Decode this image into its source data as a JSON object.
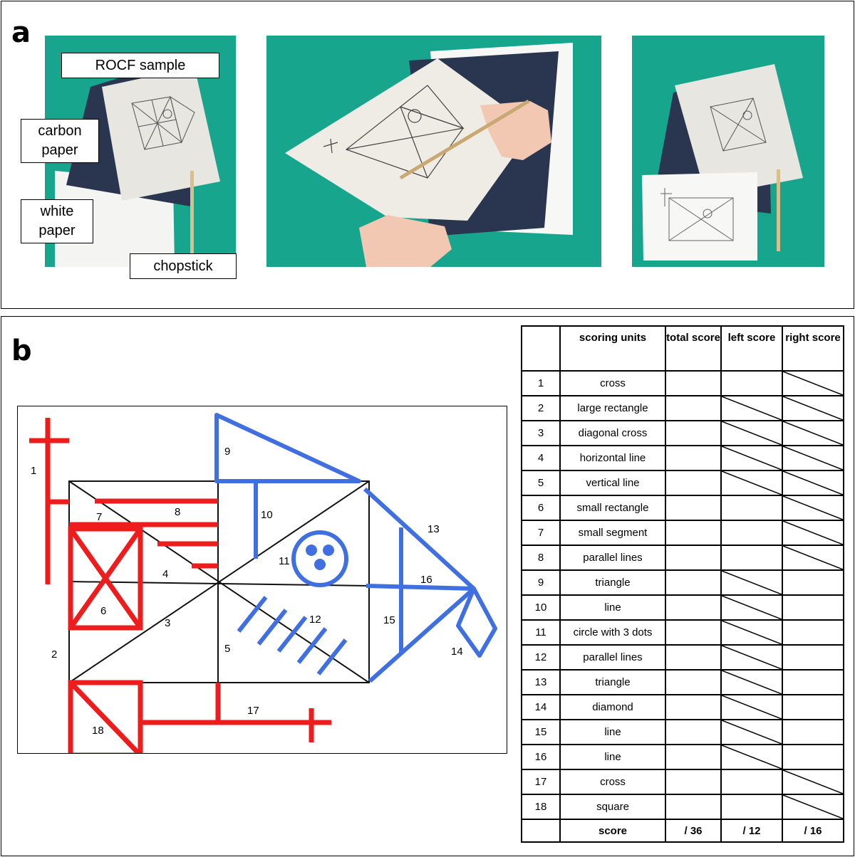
{
  "panel_a": {
    "letter": "a",
    "callouts": {
      "rocf_sample": "ROCF sample",
      "carbon_paper": "carbon paper",
      "white_paper": "white paper",
      "chopstick": "chopstick"
    }
  },
  "panel_b": {
    "letter": "b",
    "unit_numbers": [
      "1",
      "2",
      "3",
      "4",
      "5",
      "6",
      "7",
      "8",
      "9",
      "10",
      "11",
      "12",
      "13",
      "14",
      "15",
      "16",
      "17",
      "18"
    ],
    "table": {
      "headers": [
        "",
        "scoring units",
        "total score",
        "left score",
        "right score"
      ],
      "rows": [
        {
          "n": "1",
          "unit": "cross",
          "left_na": false,
          "right_na": true
        },
        {
          "n": "2",
          "unit": "large rectangle",
          "left_na": true,
          "right_na": true
        },
        {
          "n": "3",
          "unit": "diagonal cross",
          "left_na": true,
          "right_na": true
        },
        {
          "n": "4",
          "unit": "horizontal line",
          "left_na": true,
          "right_na": true
        },
        {
          "n": "5",
          "unit": "vertical line",
          "left_na": true,
          "right_na": true
        },
        {
          "n": "6",
          "unit": "small rectangle",
          "left_na": false,
          "right_na": true
        },
        {
          "n": "7",
          "unit": "small segment",
          "left_na": false,
          "right_na": true
        },
        {
          "n": "8",
          "unit": "parallel lines",
          "left_na": false,
          "right_na": true
        },
        {
          "n": "9",
          "unit": "triangle",
          "left_na": true,
          "right_na": false
        },
        {
          "n": "10",
          "unit": "line",
          "left_na": true,
          "right_na": false
        },
        {
          "n": "11",
          "unit": "circle with 3 dots",
          "left_na": true,
          "right_na": false
        },
        {
          "n": "12",
          "unit": "parallel lines",
          "left_na": true,
          "right_na": false
        },
        {
          "n": "13",
          "unit": "triangle",
          "left_na": true,
          "right_na": false
        },
        {
          "n": "14",
          "unit": "diamond",
          "left_na": true,
          "right_na": false
        },
        {
          "n": "15",
          "unit": "line",
          "left_na": true,
          "right_na": false
        },
        {
          "n": "16",
          "unit": "line",
          "left_na": true,
          "right_na": false
        },
        {
          "n": "17",
          "unit": "cross",
          "left_na": false,
          "right_na": true
        },
        {
          "n": "18",
          "unit": "square",
          "left_na": false,
          "right_na": true
        }
      ],
      "footer": [
        "",
        "score",
        "/ 36",
        "/ 12",
        "/ 16"
      ]
    }
  },
  "colors": {
    "left_units": "#ee1c1c",
    "right_units": "#3f6fe0",
    "table_background": "#17a58e",
    "carbon": "#2a3550"
  }
}
